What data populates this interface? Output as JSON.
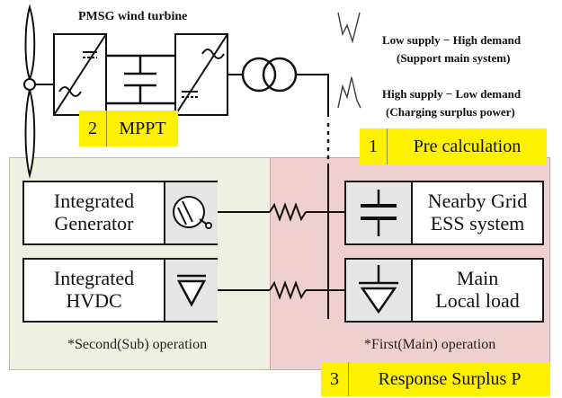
{
  "turbine": {
    "title": "PMSG wind turbine"
  },
  "legend": {
    "items": [
      {
        "line1": "Low supply − High demand",
        "line2": "(Support main system)",
        "color": "#e6efdc"
      },
      {
        "line1": "High supply − Low demand",
        "line2": "(Charging surplus power)",
        "color": "#f4d8dc"
      }
    ]
  },
  "steps": [
    {
      "num": "1",
      "label": "Pre calculation"
    },
    {
      "num": "2",
      "label": "MPPT"
    },
    {
      "num": "3",
      "label": "Response Surplus P"
    }
  ],
  "left_boxes": [
    {
      "line1": "Integrated",
      "line2": "Generator"
    },
    {
      "line1": "Integrated",
      "line2": "HVDC"
    }
  ],
  "right_boxes": [
    {
      "line1": "Nearby Grid",
      "line2": "ESS system"
    },
    {
      "line1": "Main",
      "line2": "Local load"
    }
  ],
  "notes": {
    "left": "*Second(Sub) operation",
    "right": "*First(Main) operation"
  },
  "colors": {
    "step_tag": "#fdf100",
    "left_panel": "#eef0e2",
    "right_panel": "#efcfd0"
  }
}
